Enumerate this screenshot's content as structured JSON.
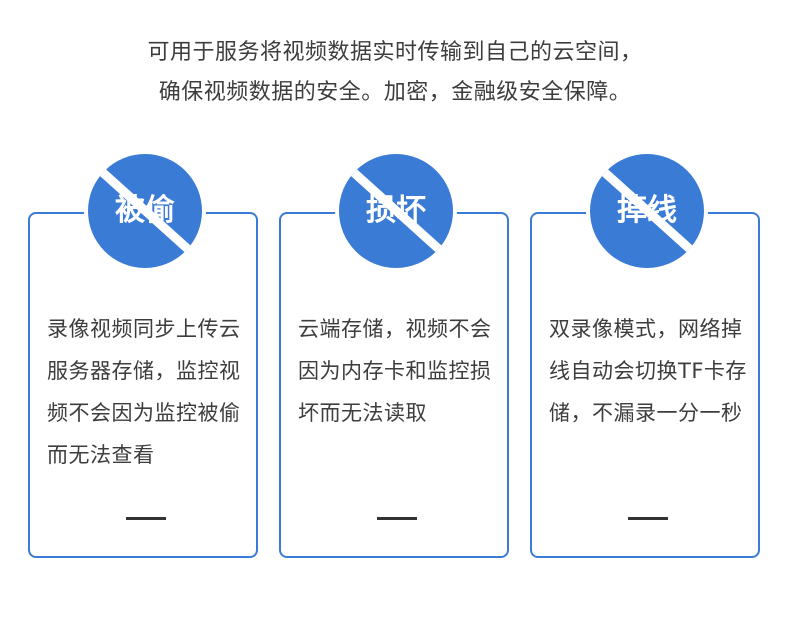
{
  "intro": {
    "line1": "可用于服务将视频数据实时传输到自己的云空间，",
    "line2": "确保视频数据的安全。加密，金融级安全保障。"
  },
  "cards": [
    {
      "title": "被偷",
      "text": "录像视频同步上传云服务器存储，监控视频不会因为监控被偷而无法查看"
    },
    {
      "title": "损坏",
      "text": "云端存储，视频不会因为内存卡和监控损坏而无法读取"
    },
    {
      "title": "掉线",
      "text": "双录像模式，网络掉线自动会切换TF卡存储，不漏录一分一秒"
    }
  ],
  "colors": {
    "accent": "#3a7bd5",
    "text": "#3d3d3d",
    "rule": "#333333"
  }
}
